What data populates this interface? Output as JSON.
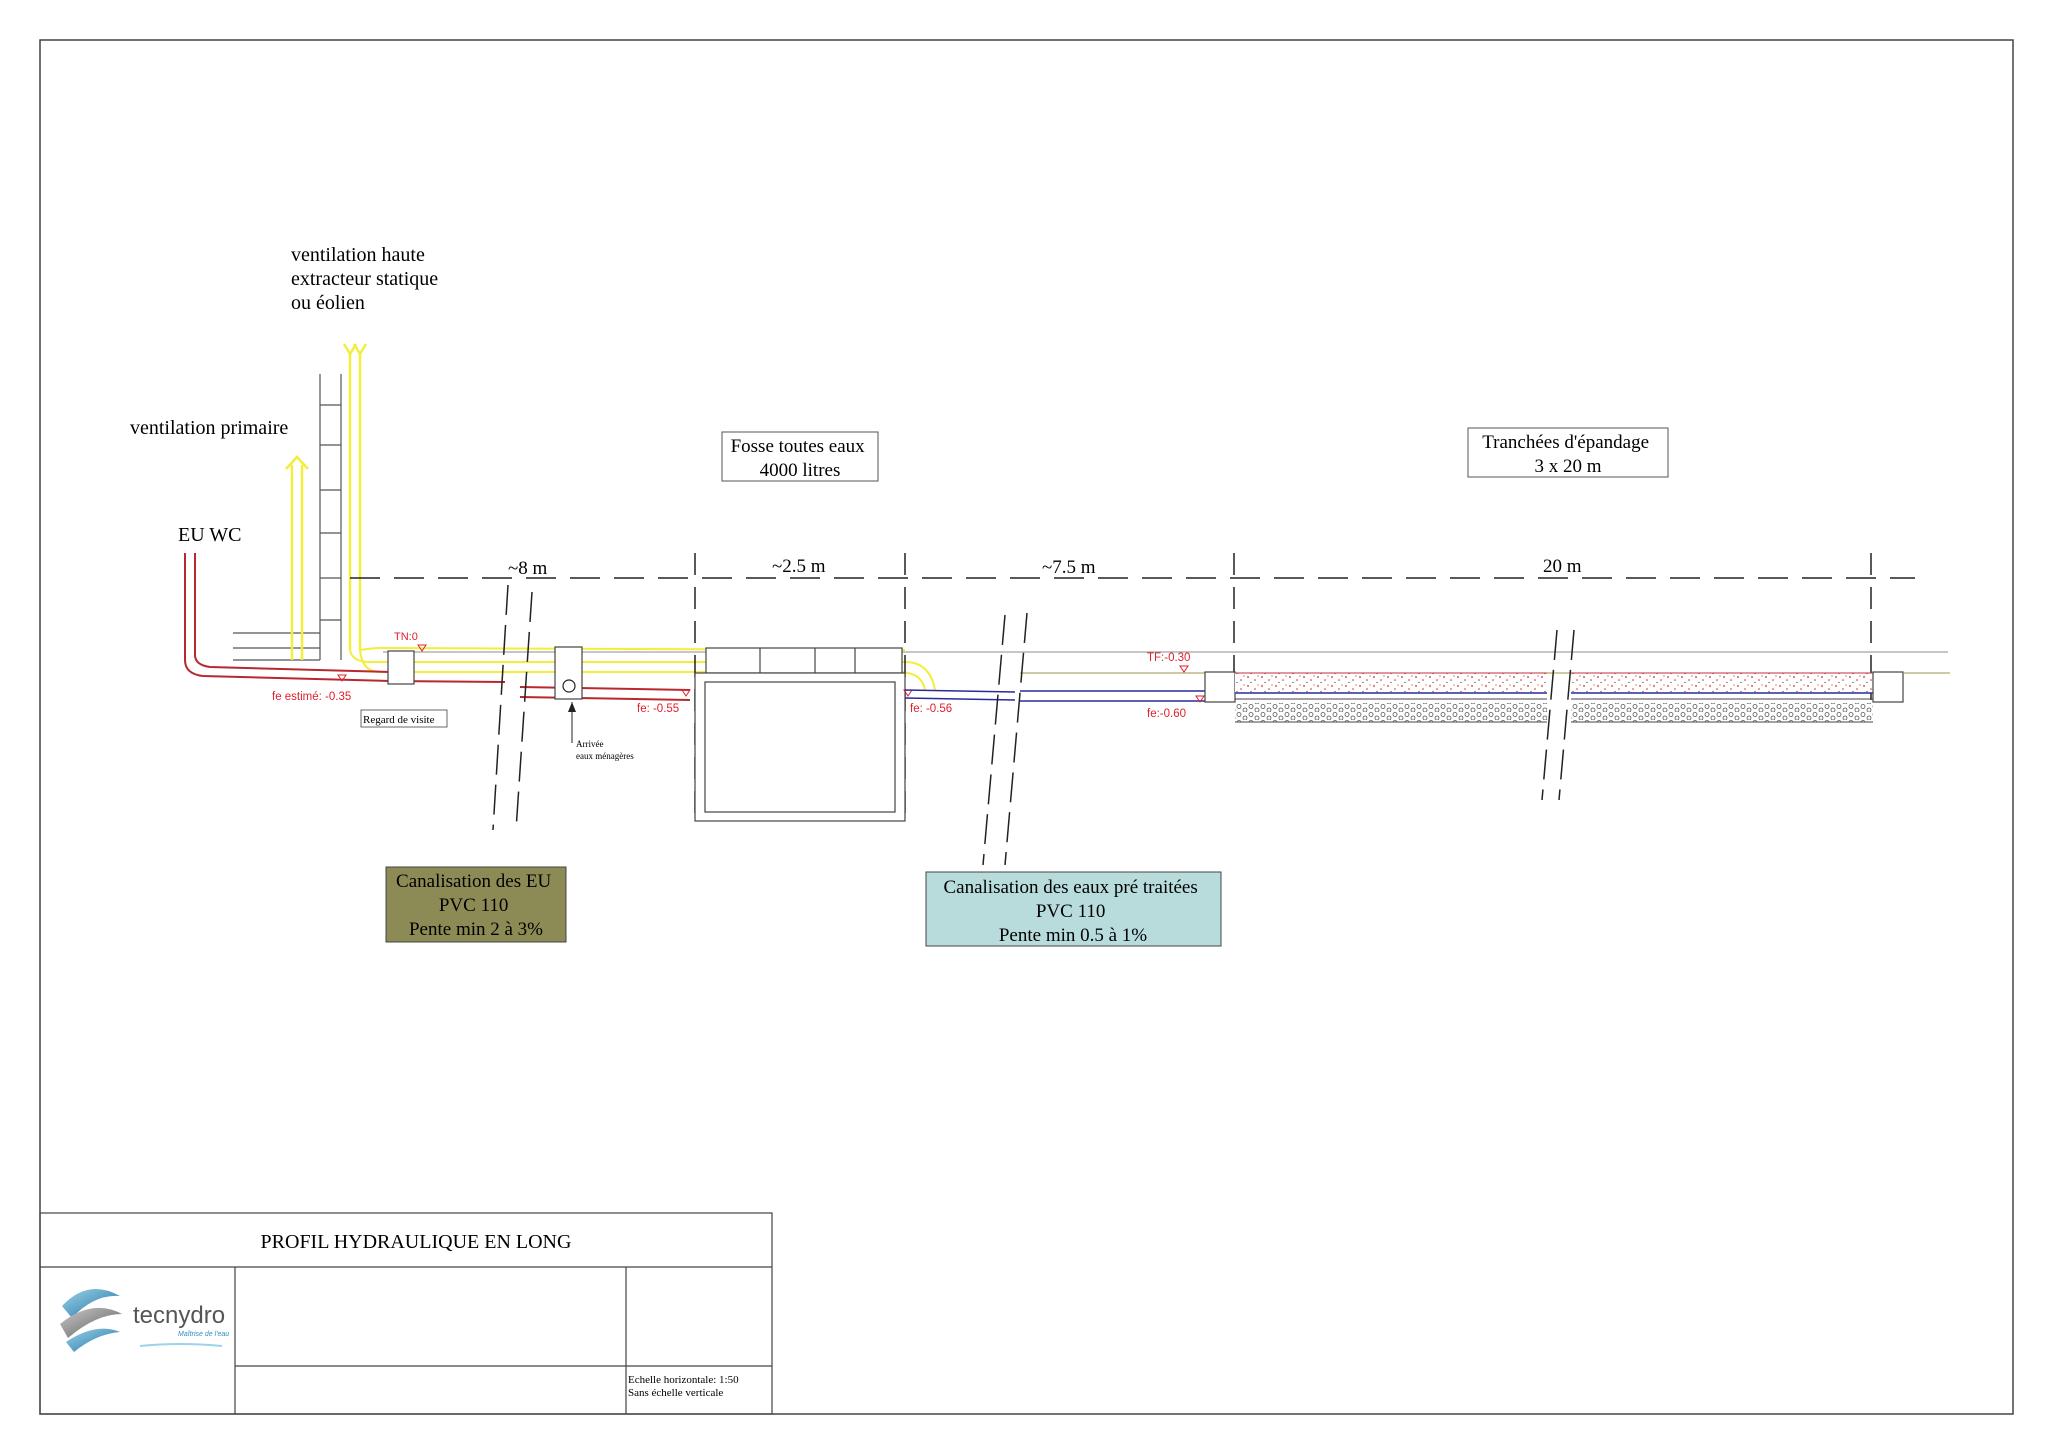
{
  "labels": {
    "ventilation_haute": [
      "ventilation haute",
      "extracteur statique",
      "ou éolien"
    ],
    "ventilation_primaire": "ventilation primaire",
    "eu_wc": "EU WC",
    "fosse_box": [
      "Fosse toutes eaux",
      "4000 litres"
    ],
    "tranchees_box": [
      "Tranchées d'épandage",
      "3 x 20 m"
    ],
    "regard": "Regard de visite",
    "arrivee": [
      "Arrivée",
      "eaux ménagères"
    ]
  },
  "distances": {
    "d1": "~8 m",
    "d2": "~2.5 m",
    "d3": "~7.5 m",
    "d4": "20 m"
  },
  "levels": {
    "tn": "TN:0",
    "fe_estime": "fe estimé: -0.35",
    "fe1": "fe: -0.55",
    "fe2": "fe: -0.56",
    "tf": "TF:-0.30",
    "fe3": "fe:-0.60"
  },
  "callouts": {
    "canalisation_eu": [
      "Canalisation des EU",
      "PVC 110",
      "Pente min 2 à 3%"
    ],
    "canalisation_pt": [
      "Canalisation des eaux pré traitées",
      "PVC 110",
      "Pente min 0.5 à 1%"
    ]
  },
  "colors": {
    "ventilation": "#f2ee3a",
    "eu_pipe": "#b8282e",
    "pt_pipe": "#2a2a9a",
    "callout_eu_bg": "#8c8a55",
    "callout_pt_bg": "#b8dcdc",
    "level_text": "#e0202c"
  },
  "title_block": {
    "title": "PROFIL HYDRAULIQUE EN LONG",
    "logo_text": "tecnydro",
    "logo_tagline": "Maîtrise de l'eau",
    "scale": [
      "Echelle horizontale: 1:50",
      "Sans échelle verticale"
    ]
  }
}
